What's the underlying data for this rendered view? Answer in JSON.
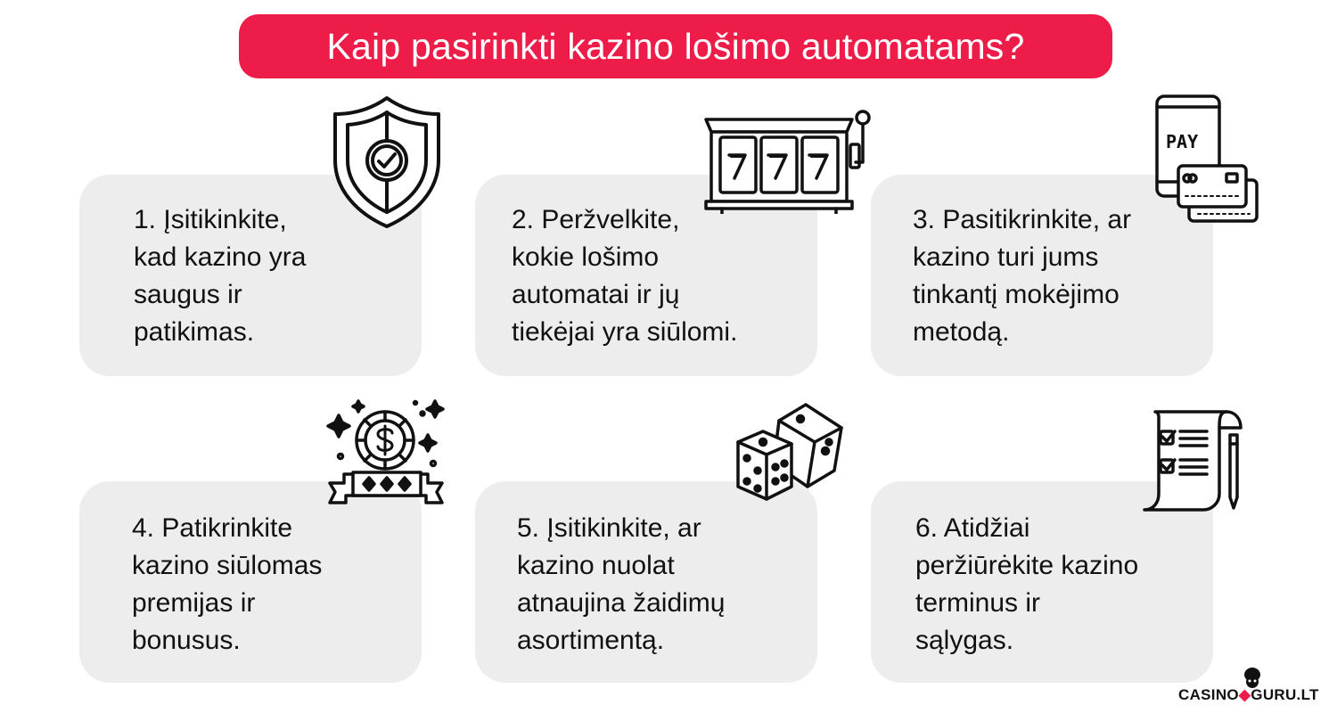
{
  "title": "Kaip pasirinkti kazino lošimo automatams?",
  "colors": {
    "accent": "#ee1c48",
    "card_bg": "#ededed",
    "text": "#111111"
  },
  "cards": [
    {
      "text": "1. Įsitikinkite,\nkad kazino yra\nsaugus ir\npatikimas.",
      "icon": "shield-check-icon"
    },
    {
      "text": "2. Peržvelkite,\nkokie lošimo\nautomatai ir jų\ntiekėjai yra siūlomi.",
      "icon": "slot-machine-icon"
    },
    {
      "text": "3. Pasitikrinkite, ar\nkazino turi jums\ntinkantį mokėjimo\nmetodą.",
      "icon": "pay-phone-card-icon"
    },
    {
      "text": "4. Patikrinkite\nkazino siūlomas\npremijas ir\nbonusus.",
      "icon": "casino-chip-icon"
    },
    {
      "text": "5. Įsitikinkite, ar\nkazino nuolat\natnaujina žaidimų\nasortimentą.",
      "icon": "dice-icon"
    },
    {
      "text": "6. Atidžiai\nperžiūrėkite kazino\nterminus ir\nsąlygas.",
      "icon": "checklist-document-icon"
    }
  ],
  "brand": {
    "name": "CASINO",
    "suffix": "GURU.LT"
  }
}
